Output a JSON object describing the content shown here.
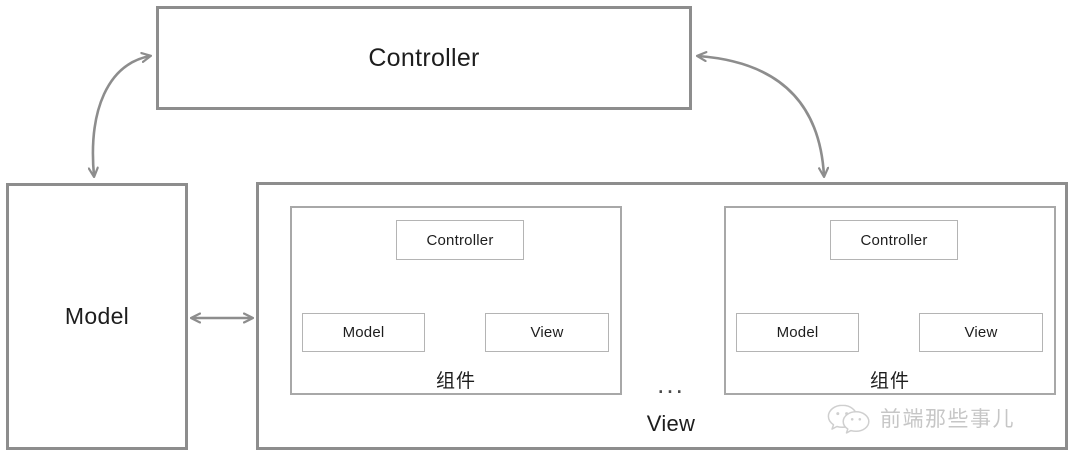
{
  "diagram": {
    "title_node": "Controller",
    "colors": {
      "outer_border": "#8d8d8d",
      "group_border": "#a8a8a8",
      "leaf_border": "#b4b4b4",
      "arrow": "#8d8d8d",
      "thin_arrow": "#a6a6a6",
      "text": "#1d1d1d",
      "watermark": "#7a7a7a",
      "background": "#ffffff"
    },
    "top": {
      "controller_label": "Controller"
    },
    "left": {
      "model_label": "Model"
    },
    "view_container": {
      "label": "View",
      "ellipsis": "...",
      "components": [
        {
          "group_label": "组件",
          "controller_label": "Controller",
          "model_label": "Model",
          "view_label": "View"
        },
        {
          "group_label": "组件",
          "controller_label": "Controller",
          "model_label": "Model",
          "view_label": "View"
        }
      ]
    },
    "watermark": {
      "icon": "wechat-icon",
      "text": "前端那些事儿"
    }
  }
}
